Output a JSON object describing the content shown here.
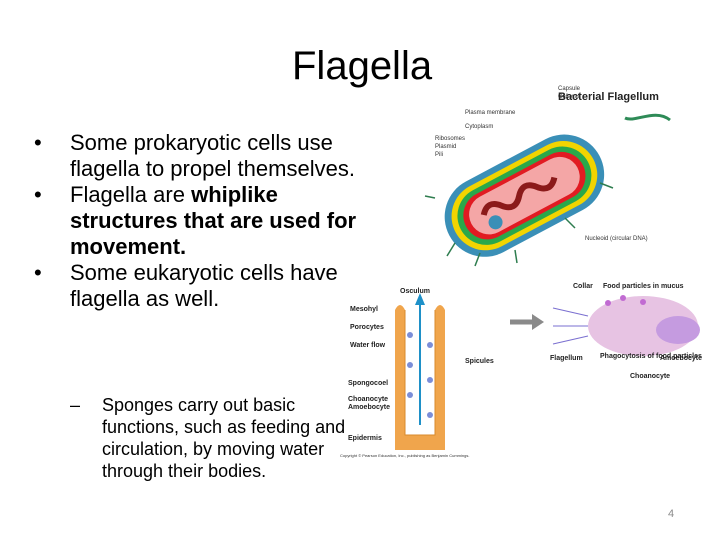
{
  "slide": {
    "title": "Flagella",
    "bullets": [
      {
        "parts": [
          "Some prokaryotic cells use flagella to propel themselves."
        ]
      },
      {
        "pre": "Flagella are ",
        "bold": "whiplike structures that are used for movement.",
        "post": ""
      },
      {
        "parts": [
          "Some eukaryotic cells have flagella as well."
        ]
      }
    ],
    "sub_bullet": "Sponges carry out basic functions, such as feeding and circulation, by moving water through their bodies.",
    "slide_number": "4"
  },
  "bacterium_figure": {
    "title": "Bacterial Flagellum",
    "labels": [
      "Capsule",
      "Cell wall",
      "Plasma membrane",
      "Cytoplasm",
      "Ribosomes",
      "Plasmid",
      "Pili",
      "Nucleoid (circular DNA)"
    ]
  },
  "sponge_figure": {
    "labels": [
      "Osculum",
      "Mesohyl",
      "Porocytes",
      "Water flow",
      "Spongocoel",
      "Choanocyte",
      "Amoebocyte",
      "Epidermis",
      "Spicules"
    ],
    "credit": "Copyright © Pearson Education, Inc., publishing as Benjamin Cummings."
  },
  "choanocyte_figure": {
    "labels": [
      "Collar",
      "Food particles in mucus",
      "Flagellum",
      "Phagocytosis of food particles",
      "Amoebocyte",
      "Choanocyte"
    ]
  }
}
